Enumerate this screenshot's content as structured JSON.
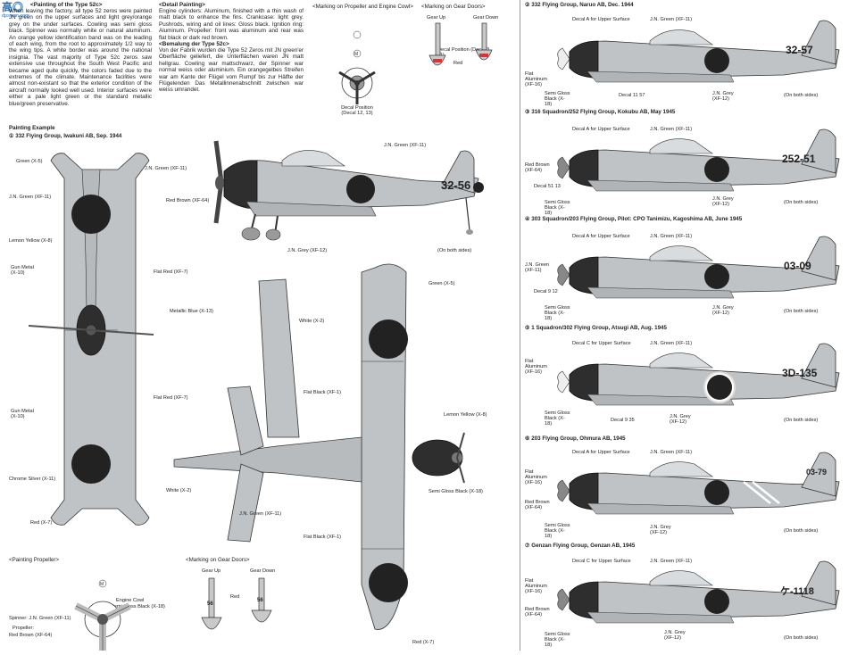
{
  "watermark": "dpswan.com",
  "left": {
    "painting_52c": {
      "heading": "<Painting of the Type 52c>",
      "body": "When leaving the factory, all type 52 zeros were painted JN green on the upper surfaces and light grey/orange grey on the under surfaces. Cowling was semi gloss black. Spinner was normally white or natural aluminum. An orange yellow identification band was on the leading of each wing, from the root to approximately 1/2 way to the wing tips. A white border was around the national insignia. The vast majority of Type 52c zeros saw extensive use throughout the South West Pacific and became aged quite quickly, the colors faded due to the extremes of the climate. Maintenance facilities were almost non-existant so that the exterior condition of the aircraft normally looked well used. Interior surfaces were either a pale light green or the standard metallic blue/green preservative."
    },
    "detail_painting": {
      "heading": "<Detail Painting>",
      "body": "Engine cylinders: Aluminum, finished with a thin wash of matt black to enhance the fins. Crankcase: light grey. Pushrods, wiring and oil lines: Gloss black. Ignition ring: Aluminum. Propeller: front was aluminum and rear was flat black or dark red brown."
    },
    "bemalung": {
      "heading": "<Bemalung der Type 52c>",
      "body": "Von der Fabrik wurden die Type 52 Zeros mit JN green'er Oberfläche geliefert, die Unterflächen waren JN matt hellgrau. Cowling war mattschwarz, der Spinner war normal weiss oder aluminium. Ein orangegelbes Streifen war am Kante der Flügel vom Rumpf bis zur Hälfte der Flügelenden Das Metallinnenabschnitt zwischen war weiss umrandet."
    },
    "marking_prop_top": "<Marking on Propeller and Engine Cowl>",
    "marking_gear_top": "<Marking on Gear Doors>",
    "gear_up": "Gear Up",
    "gear_down": "Gear Down",
    "decal_position_gear": "Decal Position (Decal 3, 11)",
    "red": "Red",
    "decal_position_prop": "Decal Position (Decal 12, 13)",
    "painting_example": "Painting Example",
    "example_1": "① 332 Flying Group, Iwakuni AB, Sep. 1944",
    "callouts": {
      "green_x5": "Green (X-5)",
      "jn_green_xf11": "J.N. Green (XF-11)",
      "lemon_yellow": "Lemon Yellow (X-8)",
      "gun_metal": "Gun Metal (X-10)",
      "flat_red": "Flat Red (XF-7)",
      "metallic_blue": "Metallic Blue (X-13)",
      "white_x2": "White (X-2)",
      "flat_red2": "Flat Red (XF-7)",
      "gun_metal2": "Gun Metal (X-10)",
      "chrome_silver": "Chrome Silver (X-11)",
      "red_x7": "Red (X-7)",
      "red_brown": "Red Brown (XF-64)",
      "jn_green_top": "J.N. Green (XF-11)",
      "jn_grey": "J.N. Grey (XF-12)",
      "on_both_sides": "(On both sides)",
      "green_x5_b": "Green (X-5)",
      "flat_black": "Flat Black (XF-1)",
      "lemon_yellow_b": "Lemon Yellow (X-8)",
      "white_b": "White (X-2)",
      "semi_gloss_black": "Semi Gloss Black (X-18)",
      "jn_green_b": "J.N. Green (XF-11)",
      "flat_black_b": "Flat Black (XF-1)",
      "red_b": "Red (X-7)"
    },
    "painting_propeller": "<Painting Propeller>",
    "marking_gear_bottom": "<Marking on Gear Doors>",
    "gear_up_b": "Gear Up",
    "gear_down_b": "Gear Down",
    "red_c": "Red",
    "engine_cowl": "Engine Cowl",
    "engine_cowl_color": "Semi Gloss Black (X-18)",
    "spinner": "Spinner: J.N. Green (XF-11)",
    "propeller": "Propeller:",
    "propeller_color": "Red Brown (XF-64)",
    "profile_code": "32-56",
    "gear_code": "56"
  },
  "right": {
    "examples": [
      {
        "num": "②",
        "title": "332 Flying Group, Naruo AB, Dec. 1944",
        "code": "32-57",
        "decal_label": "Decal A for Upper Surface",
        "left_labels": [
          "Flat Aluminum (XF-16)",
          "Semi Gloss Black (X-18)"
        ],
        "decal_bottom": "Decal 11 57",
        "jn_green": "J.N. Green (XF-11)",
        "jn_grey": "J.N. Grey (XF-12)",
        "both": "(On both sides)"
      },
      {
        "num": "③",
        "title": "316 Squadron/252 Flying Group, Kokubu AB, May 1945",
        "code": "252-51",
        "decal_label": "Decal A for Upper Surface",
        "left_labels": [
          "Red Brown (XF-64)",
          "Decal 51 13",
          "Semi Gloss Black (X-18)"
        ],
        "decal_bottom": "",
        "jn_green": "J.N. Green (XF-11)",
        "jn_grey": "J.N. Grey (XF-12)",
        "both": "(On both sides)"
      },
      {
        "num": "④",
        "title": "303 Squadron/203 Flying Group, Pilot: CPO Tanimizu, Kagoshima AB, June 1945",
        "code": "03-09",
        "decal_label": "Decal A for Upper Surface",
        "left_labels": [
          "J.N. Green (XF-11)",
          "Decal 9 12",
          "Semi Gloss Black (X-18)"
        ],
        "decal_bottom": "",
        "jn_green": "J.N. Green (XF-11)",
        "jn_grey": "J.N. Grey (XF-12)",
        "both": "(On both sides)"
      },
      {
        "num": "⑤",
        "title": "1 Squadron/302 Flying Group, Atsugi AB, Aug. 1945",
        "code": "3D-135",
        "decal_label": "Decal C for Upper Surface",
        "left_labels": [
          "Flat Aluminum (XF-16)",
          "Semi Gloss Black (X-18)"
        ],
        "decal_bottom": "Decal 9 35",
        "jn_green": "J.N. Green (XF-11)",
        "jn_grey": "J.N. Grey (XF-12)",
        "both": "(On both sides)"
      },
      {
        "num": "⑥",
        "title": "203 Flying Group, Ohmura AB, 1945",
        "code": "03-79",
        "decal_label": "Decal A for Upper Surface",
        "left_labels": [
          "Flat Aluminum (XF-16)",
          "Red Brown (XF-64)",
          "Semi Gloss Black (X-18)"
        ],
        "decal_bottom": "",
        "jn_green": "J.N. Green (XF-11)",
        "jn_grey": "J.N. Grey (XF-12)",
        "both": "(On both sides)"
      },
      {
        "num": "⑦",
        "title": "Genzan Flying Group, Genzan AB, 1945",
        "code": "ケ-1118",
        "decal_label": "Decal C for Upper Surface",
        "left_labels": [
          "Flat Aluminum (XF-16)",
          "Red Brown (XF-64)",
          "Semi Gloss Black (X-18)"
        ],
        "decal_bottom": "",
        "jn_green": "J.N. Green (XF-11)",
        "jn_grey": "J.N. Grey (XF-12)",
        "both": "(On both sides)"
      }
    ]
  },
  "colors": {
    "paper": "#ffffff",
    "plane_grey": "#bfc3c6",
    "cowl_black": "#2e2e2e",
    "hinomaru": "#222222"
  }
}
